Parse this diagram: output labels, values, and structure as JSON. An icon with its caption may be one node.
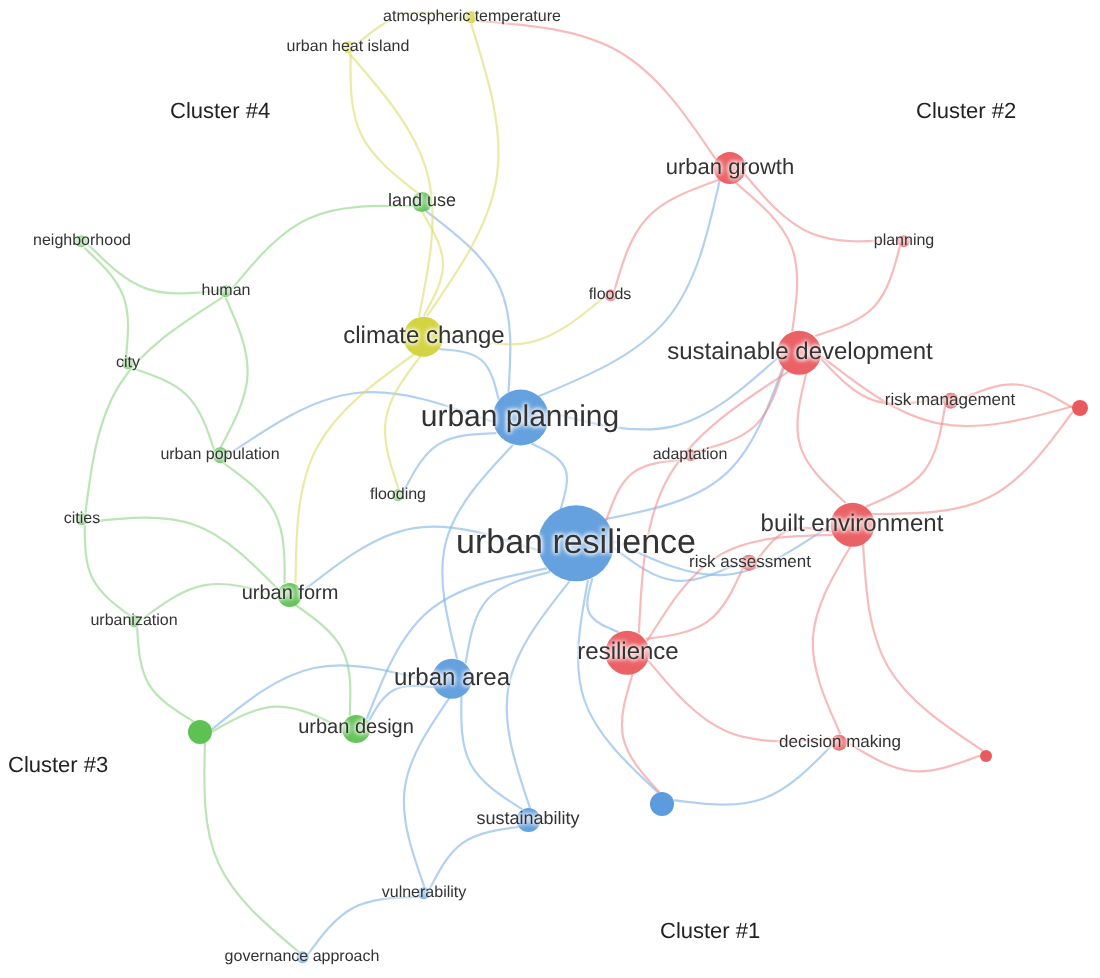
{
  "diagram": {
    "nodes": [
      {
        "text": [
          "atmospheric temperature"
        ]
      },
      {
        "text": [
          "urban heat island"
        ]
      },
      {
        "text": [
          "urban growth"
        ]
      },
      {
        "text": [
          "land use"
        ]
      },
      {
        "text": [
          "neighborhood"
        ]
      },
      {
        "text": [
          "planning"
        ]
      },
      {
        "text": [
          "floods"
        ]
      },
      {
        "text": [
          "human"
        ]
      },
      {
        "text": [
          "climate change"
        ]
      },
      {
        "text": [
          "sustainable development"
        ]
      },
      {
        "text": [
          "city"
        ]
      },
      {
        "text": [
          "risk management"
        ]
      },
      {
        "text": [],
        "shape": "circle"
      },
      {
        "text": [
          "urban planning"
        ]
      },
      {
        "text": [
          "urban population"
        ]
      },
      {
        "text": [
          "adaptation"
        ]
      },
      {
        "text": [
          "flooding"
        ]
      },
      {
        "text": [
          "cities"
        ]
      },
      {
        "text": [
          "urban resilience"
        ]
      },
      {
        "text": [
          "built environment"
        ]
      },
      {
        "text": [
          "risk assessment"
        ]
      },
      {
        "text": [
          "urban form"
        ]
      },
      {
        "text": [
          "urbanization"
        ]
      },
      {
        "text": [
          "resilience"
        ]
      },
      {
        "text": [
          "urban area"
        ]
      },
      {
        "text": [],
        "shape": "circle"
      },
      {
        "text": [
          "urban design"
        ]
      },
      {
        "text": [
          "decision making"
        ]
      },
      {
        "text": [],
        "shape": "circle"
      },
      {
        "text": [],
        "shape": "circle"
      },
      {
        "text": [
          "sustainability"
        ]
      },
      {
        "text": [
          "vulnerability"
        ]
      },
      {
        "text": [
          "governance approach"
        ]
      }
    ],
    "edges": [
      {
        "from": 18,
        "to": 13,
        "arrow": "none",
        "color": "#7fb2e8"
      },
      {
        "from": 18,
        "to": 23,
        "arrow": "none",
        "color": "#7fb2e8"
      },
      {
        "from": 18,
        "to": 24,
        "arrow": "none",
        "color": "#7fb2e8"
      },
      {
        "from": 18,
        "to": 19,
        "arrow": "none",
        "color": "#7fb2e8"
      },
      {
        "from": 18,
        "to": 9,
        "arrow": "none",
        "color": "#7fb2e8"
      },
      {
        "from": 18,
        "to": 30,
        "arrow": "none",
        "color": "#7fb2e8"
      },
      {
        "from": 18,
        "to": 20,
        "arrow": "none",
        "color": "#7fb2e8"
      },
      {
        "from": 18,
        "to": 29,
        "arrow": "none",
        "color": "#7fb2e8"
      },
      {
        "from": 18,
        "to": 21,
        "arrow": "none",
        "color": "#7fb2e8"
      },
      {
        "from": 18,
        "to": 26,
        "arrow": "none",
        "color": "#7fb2e8"
      },
      {
        "from": 13,
        "to": 8,
        "arrow": "none",
        "color": "#7fb2e8"
      },
      {
        "from": 13,
        "to": 9,
        "arrow": "none",
        "color": "#7fb2e8"
      },
      {
        "from": 13,
        "to": 24,
        "arrow": "none",
        "color": "#7fb2e8"
      },
      {
        "from": 13,
        "to": 2,
        "arrow": "none",
        "color": "#7fb2e8"
      },
      {
        "from": 13,
        "to": 3,
        "arrow": "none",
        "color": "#7fb2e8"
      },
      {
        "from": 13,
        "to": 16,
        "arrow": "none",
        "color": "#7fb2e8"
      },
      {
        "from": 13,
        "to": 14,
        "arrow": "none",
        "color": "#7fb2e8"
      },
      {
        "from": 8,
        "to": 3,
        "arrow": "none",
        "color": "#dcdc6a"
      },
      {
        "from": 8,
        "to": 1,
        "arrow": "none",
        "color": "#dcdc6a"
      },
      {
        "from": 8,
        "to": 0,
        "arrow": "none",
        "color": "#dcdc6a"
      },
      {
        "from": 8,
        "to": 6,
        "arrow": "none",
        "color": "#dcdc6a"
      },
      {
        "from": 8,
        "to": 21,
        "arrow": "none",
        "color": "#dcdc6a"
      },
      {
        "from": 8,
        "to": 16,
        "arrow": "none",
        "color": "#dcdc6a"
      },
      {
        "from": 9,
        "to": 2,
        "arrow": "none",
        "color": "#f28d8d"
      },
      {
        "from": 9,
        "to": 19,
        "arrow": "none",
        "color": "#f28d8d"
      },
      {
        "from": 9,
        "to": 5,
        "arrow": "none",
        "color": "#f28d8d"
      },
      {
        "from": 9,
        "to": 11,
        "arrow": "none",
        "color": "#f28d8d"
      },
      {
        "from": 9,
        "to": 12,
        "arrow": "none",
        "color": "#f28d8d"
      },
      {
        "from": 9,
        "to": 23,
        "arrow": "none",
        "color": "#f28d8d"
      },
      {
        "from": 19,
        "to": 23,
        "arrow": "none",
        "color": "#f28d8d"
      },
      {
        "from": 19,
        "to": 20,
        "arrow": "none",
        "color": "#f28d8d"
      },
      {
        "from": 19,
        "to": 27,
        "arrow": "none",
        "color": "#f28d8d"
      },
      {
        "from": 19,
        "to": 12,
        "arrow": "none",
        "color": "#f28d8d"
      },
      {
        "from": 19,
        "to": 28,
        "arrow": "none",
        "color": "#f28d8d"
      },
      {
        "from": 19,
        "to": 11,
        "arrow": "none",
        "color": "#f28d8d"
      },
      {
        "from": 2,
        "to": 5,
        "arrow": "none",
        "color": "#f28d8d"
      },
      {
        "from": 2,
        "to": 0,
        "arrow": "none",
        "color": "#f28d8d"
      },
      {
        "from": 2,
        "to": 6,
        "arrow": "none",
        "color": "#f28d8d"
      },
      {
        "from": 23,
        "to": 27,
        "arrow": "none",
        "color": "#f28d8d"
      },
      {
        "from": 23,
        "to": 29,
        "arrow": "none",
        "color": "#f28d8d"
      },
      {
        "from": 23,
        "to": 20,
        "arrow": "none",
        "color": "#f28d8d"
      },
      {
        "from": 24,
        "to": 26,
        "arrow": "none",
        "color": "#7fb2e8"
      },
      {
        "from": 24,
        "to": 30,
        "arrow": "none",
        "color": "#7fb2e8"
      },
      {
        "from": 24,
        "to": 31,
        "arrow": "none",
        "color": "#7fb2e8"
      },
      {
        "from": 24,
        "to": 25,
        "arrow": "none",
        "color": "#7fb2e8"
      },
      {
        "from": 26,
        "to": 25,
        "arrow": "none",
        "color": "#8fd486"
      },
      {
        "from": 26,
        "to": 21,
        "arrow": "none",
        "color": "#8fd486"
      },
      {
        "from": 21,
        "to": 22,
        "arrow": "none",
        "color": "#8fd486"
      },
      {
        "from": 21,
        "to": 17,
        "arrow": "none",
        "color": "#8fd486"
      },
      {
        "from": 21,
        "to": 14,
        "arrow": "none",
        "color": "#8fd486"
      },
      {
        "from": 14,
        "to": 10,
        "arrow": "none",
        "color": "#8fd486"
      },
      {
        "from": 14,
        "to": 7,
        "arrow": "none",
        "color": "#8fd486"
      },
      {
        "from": 10,
        "to": 4,
        "arrow": "none",
        "color": "#8fd486"
      },
      {
        "from": 4,
        "to": 7,
        "arrow": "none",
        "color": "#8fd486"
      },
      {
        "from": 3,
        "to": 7,
        "arrow": "none",
        "color": "#8fd486"
      },
      {
        "from": 17,
        "to": 22,
        "arrow": "none",
        "color": "#8fd486"
      },
      {
        "from": 22,
        "to": 25,
        "arrow": "none",
        "color": "#8fd486"
      },
      {
        "from": 25,
        "to": 32,
        "arrow": "none",
        "color": "#8fd486"
      },
      {
        "from": 30,
        "to": 31,
        "arrow": "none",
        "color": "#7fb2e8"
      },
      {
        "from": 31,
        "to": 32,
        "arrow": "none",
        "color": "#7fb2e8"
      },
      {
        "from": 29,
        "to": 27,
        "arrow": "none",
        "color": "#7fb2e8"
      },
      {
        "from": 27,
        "to": 28,
        "arrow": "none",
        "color": "#f28d8d"
      },
      {
        "from": 12,
        "to": 11,
        "arrow": "none",
        "color": "#f28d8d"
      },
      {
        "from": 1,
        "to": 3,
        "arrow": "none",
        "color": "#dcdc6a"
      },
      {
        "from": 0,
        "to": 1,
        "arrow": "none",
        "color": "#dcdc6a"
      },
      {
        "from": 15,
        "to": 9,
        "arrow": "none",
        "color": "#f28d8d"
      },
      {
        "from": 15,
        "to": 18,
        "arrow": "none",
        "color": "#f28d8d"
      },
      {
        "from": 7,
        "to": 17,
        "arrow": "none",
        "color": "#8fd486"
      }
    ],
    "labels": [
      "Cluster #4",
      "Cluster #2",
      "Cluster #3",
      "Cluster #1"
    ]
  }
}
